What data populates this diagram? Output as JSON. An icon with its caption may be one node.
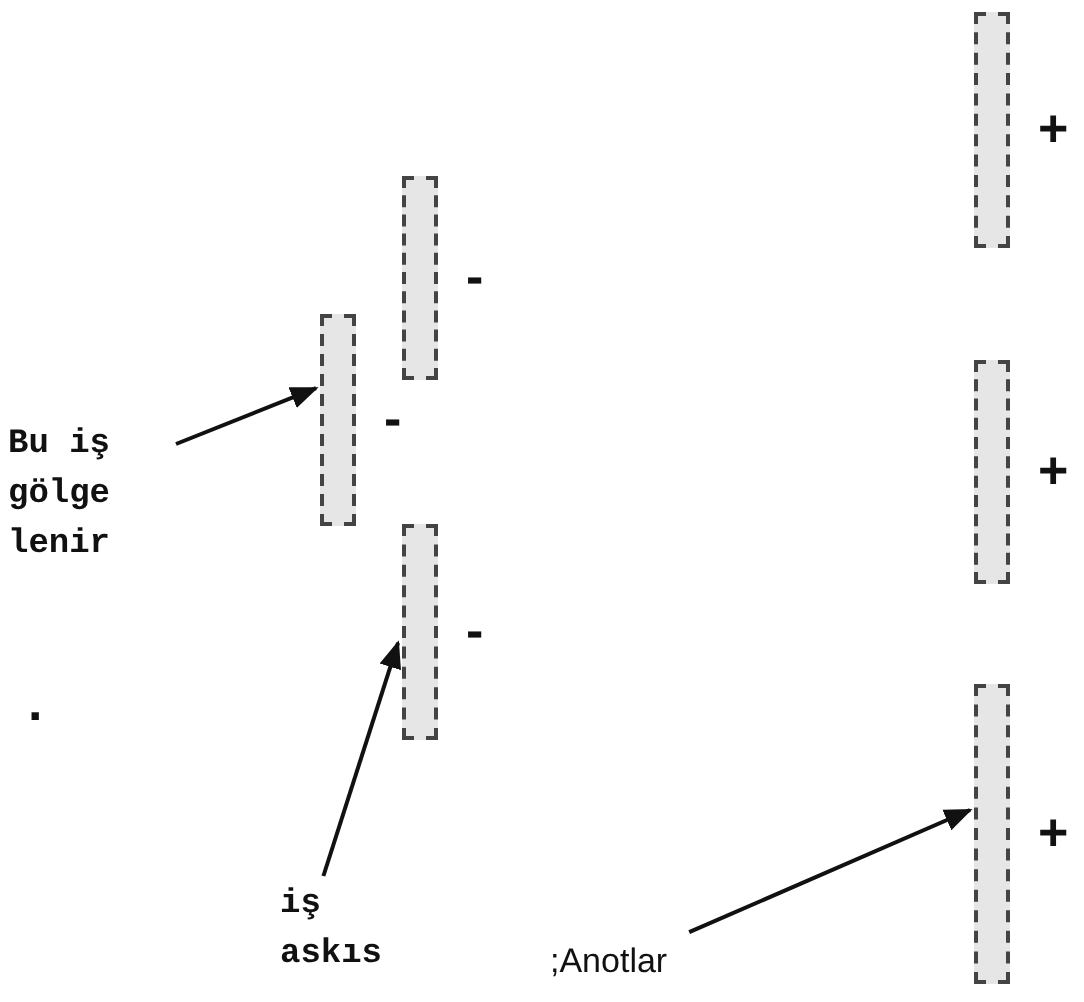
{
  "diagram": {
    "nodes": [
      {
        "text": [
          "Bu iş gölge lenir"
        ]
      },
      {
        "text": [
          "iş askıs"
        ]
      },
      {
        "text": [
          ";Anotlar"
        ]
      },
      {
        "text": [],
        "shape": "bar",
        "beside": [
          "-"
        ]
      },
      {
        "text": [],
        "shape": "bar",
        "beside": [
          "-"
        ]
      },
      {
        "text": [],
        "shape": "bar",
        "beside": [
          "-"
        ]
      },
      {
        "text": [],
        "shape": "bar",
        "beside": [
          "+"
        ]
      },
      {
        "text": [],
        "shape": "bar",
        "beside": [
          "+"
        ]
      },
      {
        "text": [],
        "shape": "bar",
        "beside": [
          "+"
        ]
      }
    ],
    "edges": [
      {
        "from": 0,
        "to": 3,
        "arrow": "to"
      },
      {
        "from": 1,
        "to": 5,
        "arrow": "to"
      },
      {
        "from": 2,
        "to": 8,
        "arrow": "to"
      }
    ],
    "labels": [
      "."
    ]
  }
}
